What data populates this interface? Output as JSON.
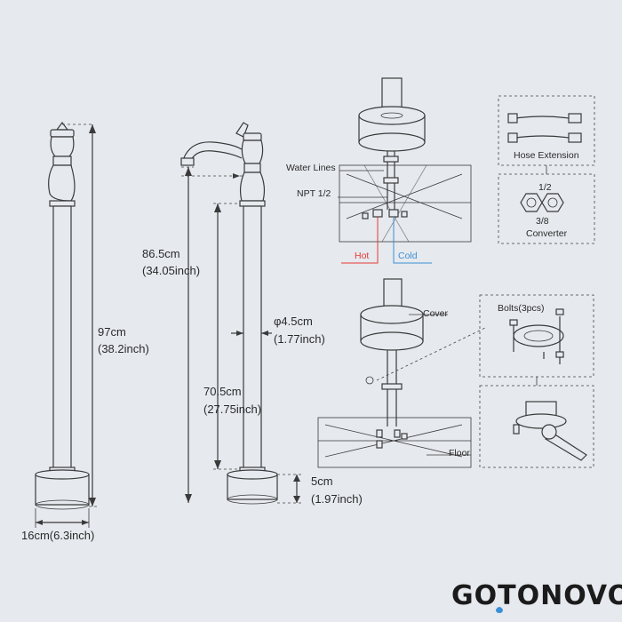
{
  "dimensions": {
    "total_height_cm": "97cm",
    "total_height_in": "(38.2inch)",
    "base_width": "16cm(6.3inch)",
    "spout_height_cm": "86.5cm",
    "spout_height_in": "(34.05inch)",
    "pipe_diameter_cm": "φ4.5cm",
    "pipe_diameter_in": "(1.77inch)",
    "pipe_height_cm": "70.5cm",
    "pipe_height_in": "(27.75inch)",
    "base_height_cm": "5cm",
    "base_height_in": "(1.97inch)"
  },
  "labels": {
    "water_lines": "Water Lines",
    "npt": "NPT 1/2",
    "hot": "Hot",
    "cold": "Cold",
    "hose_extension": "Hose Extension",
    "converter_top": "1/2",
    "converter_bottom": "3/8",
    "converter": "Converter",
    "cover": "Cover",
    "bolts": "Bolts(3pcs)",
    "floor": "Floor"
  },
  "colors": {
    "hot": "#e53935",
    "cold": "#3b8fd4"
  },
  "brand": {
    "name": "GOTONOVO"
  }
}
